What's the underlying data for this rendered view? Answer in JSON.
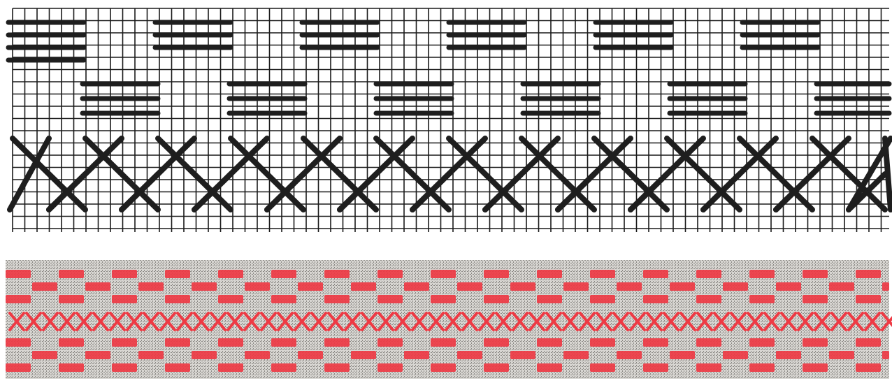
{
  "figure": {
    "chart_label": "",
    "sample_label": ""
  },
  "colors": {
    "grid_line": "#1a1a1a",
    "stitch_dark": "#1e1e1e",
    "paper": "#ffffff",
    "fabric": "#d8d6d2",
    "fabric_thread": "#8a8884",
    "stitch_red": "#ee3a44"
  },
  "pattern": {
    "name": "",
    "motifs": [
      "horizontal-bar-block",
      "cross-stitch-row"
    ],
    "repeat_count": 12
  }
}
